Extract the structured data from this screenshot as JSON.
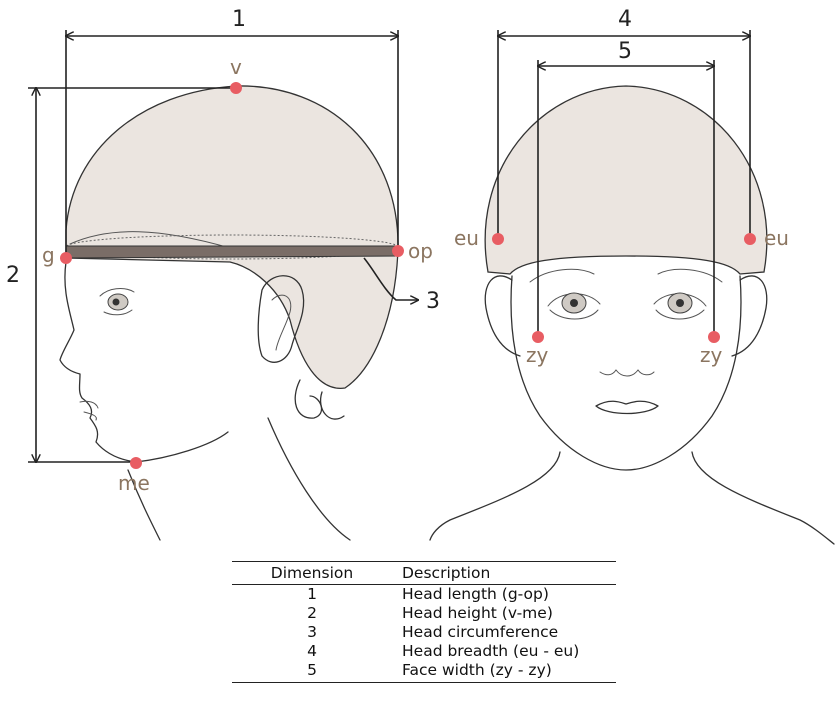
{
  "dimension_numbers": [
    "1",
    "2",
    "3",
    "4",
    "5"
  ],
  "landmarks": {
    "v": "v",
    "g": "g",
    "op": "op",
    "me": "me",
    "eu_left": "eu",
    "eu_right": "eu",
    "zy_left": "zy",
    "zy_right": "zy"
  },
  "table": {
    "headers": [
      "Dimension",
      "Description"
    ],
    "rows": [
      [
        "1",
        "Head length (g-op)"
      ],
      [
        "2",
        "Head height (v-me)"
      ],
      [
        "3",
        "Head circumference"
      ],
      [
        "4",
        "Head breadth (eu - eu)"
      ],
      [
        "5",
        "Face width (zy - zy)"
      ]
    ]
  },
  "colors": {
    "landmark": "#e85d63",
    "label": "#8b7560",
    "cap_fill": "#ebe5e0",
    "band": "#7a6d67"
  }
}
